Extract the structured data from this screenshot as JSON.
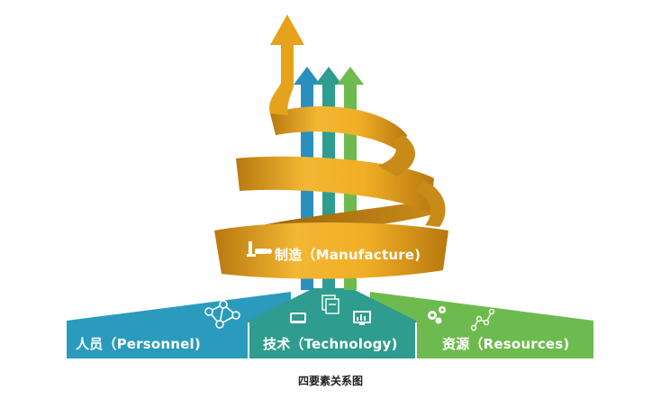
{
  "colors": {
    "personnel": "#2a9bbd",
    "technology": "#2e9c8e",
    "resources": "#6dbb4e",
    "ribbon": "#e6a21a",
    "ribbon_dark": "#a9700f",
    "ribbon_light": "#f6c65a"
  },
  "labels": {
    "personnel": "人员（Personnel)",
    "technology": "技术（Technology)",
    "resources": "资源（Resources)",
    "manufacture": "制造（Manufacture)"
  },
  "icons": {
    "personnel": "network-people-icon",
    "technology": [
      "tablet-icon",
      "document-stack-icon",
      "monitor-chart-icon"
    ],
    "resources": [
      "gears-icon",
      "nodes-icon"
    ],
    "manufacture": "robot-arm-icon"
  },
  "caption": "四要素关系图"
}
